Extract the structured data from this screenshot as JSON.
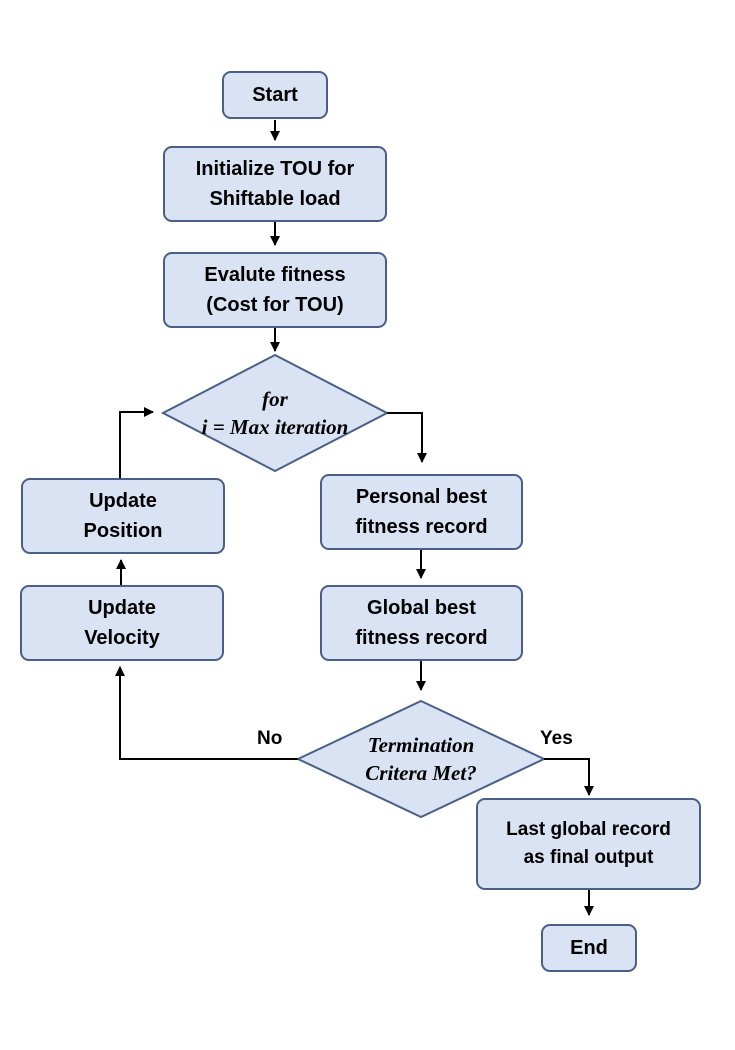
{
  "nodes": {
    "start": "Start",
    "init": [
      "Initialize TOU for",
      "Shiftable load"
    ],
    "eval": [
      "Evalute fitness",
      "(Cost for TOU)"
    ],
    "loop": [
      "for",
      "i = Max iteration"
    ],
    "personal": [
      "Personal best",
      "fitness record"
    ],
    "global": [
      "Global best",
      "fitness record"
    ],
    "termination": [
      "Termination",
      "Critera Met?"
    ],
    "update_position": [
      "Update",
      "Position"
    ],
    "update_velocity": [
      "Update",
      "Velocity"
    ],
    "last_record": [
      "Last global record",
      "as final output"
    ],
    "end": "End"
  },
  "edges": {
    "no": "No",
    "yes": "Yes"
  },
  "colors": {
    "node_fill": "#dae3f3",
    "node_border": "#4a5f88",
    "arrow": "#000000"
  }
}
